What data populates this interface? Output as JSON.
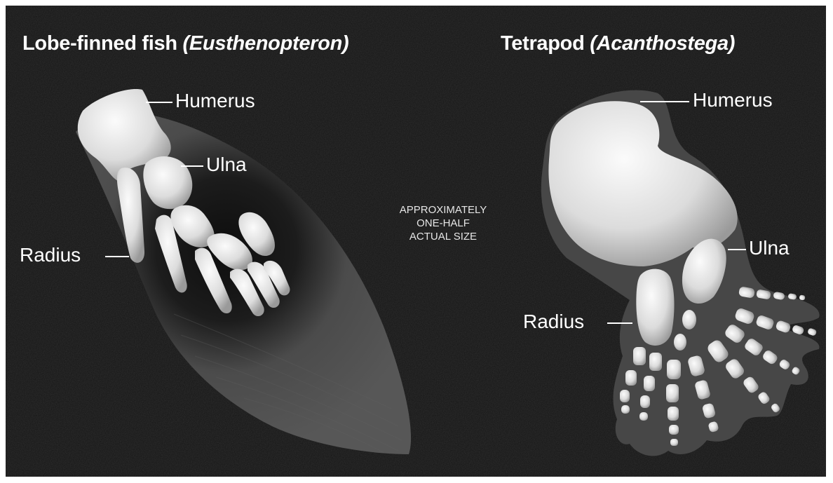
{
  "left_figure": {
    "title_main": "Lobe-finned fish ",
    "title_italic": "(Eusthenopteron)",
    "labels": {
      "humerus": "Humerus",
      "ulna": "Ulna",
      "radius": "Radius"
    }
  },
  "right_figure": {
    "title_main": "Tetrapod ",
    "title_italic": "(Acanthostega)",
    "labels": {
      "humerus": "Humerus",
      "ulna": "Ulna",
      "radius": "Radius"
    }
  },
  "scale_note": [
    "APPROXIMATELY",
    "ONE-HALF",
    "ACTUAL SIZE"
  ],
  "colors": {
    "background": "#141414",
    "fin": "#4a4a4a",
    "bone": "#e8e8e8",
    "text": "#ffffff"
  }
}
